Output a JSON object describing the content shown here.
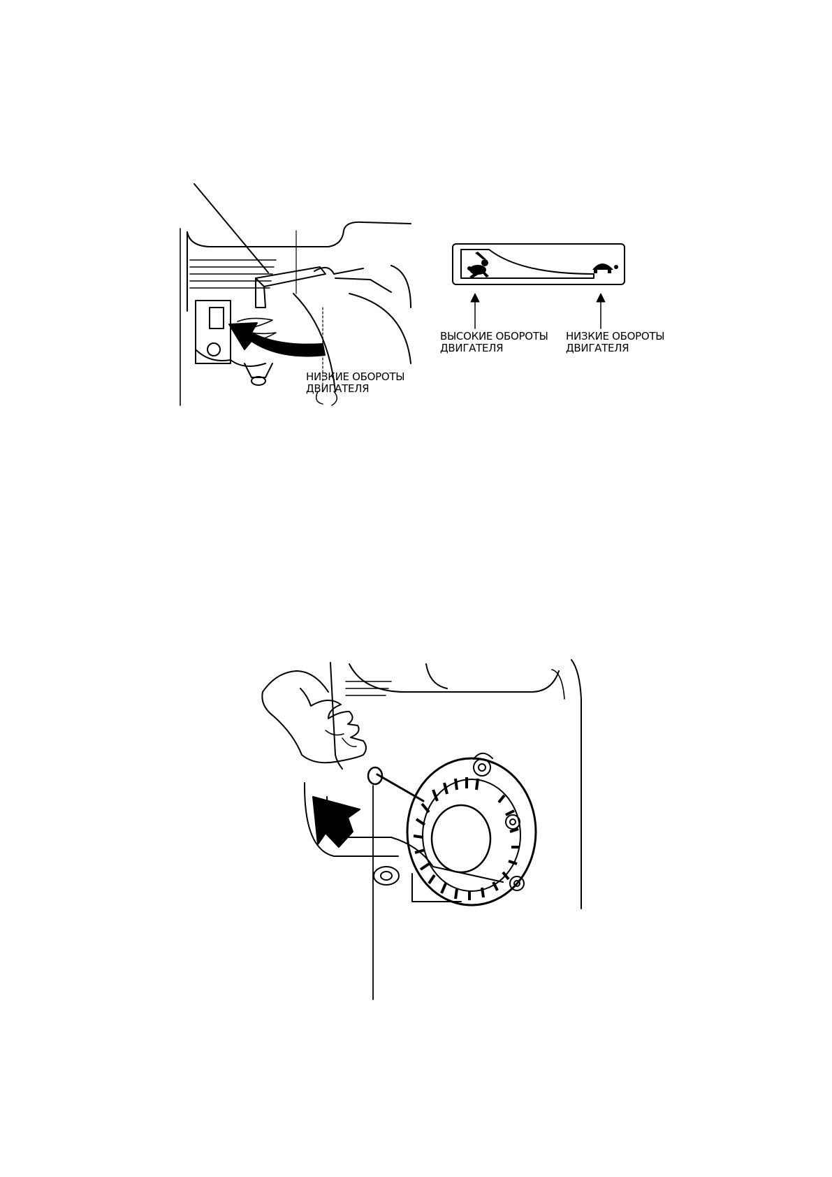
{
  "throttle_figure": {
    "low_speed_label": [
      "НИЗКИЕ ОБОРОТЫ",
      "ДВИГАТЕЛЯ"
    ]
  },
  "speed_scale": {
    "high_label": [
      "ВЫСОКИЕ ОБОРОТЫ",
      "ДВИГАТЕЛЯ"
    ],
    "low_label": [
      "НИЗКИЕ ОБОРОТЫ",
      "ДВИГАТЕЛЯ"
    ],
    "high_icon": "rabbit-icon",
    "low_icon": "turtle-icon"
  },
  "recoil_figure": {
    "arrow_icon": "push-arrow-icon"
  }
}
